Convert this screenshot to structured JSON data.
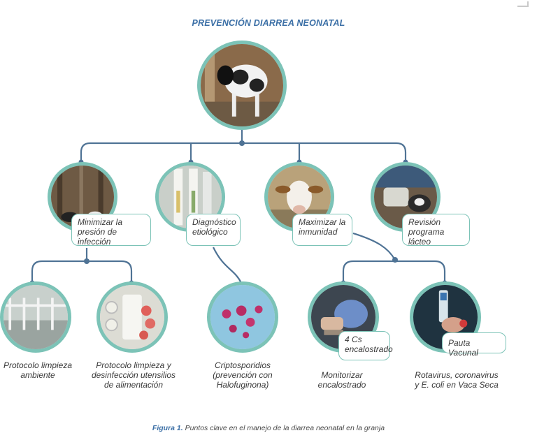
{
  "title": "PREVENCIÓN DIARREA NEONATAL",
  "nodes": {
    "minimizar": "Minimizar la\npresión de infección",
    "diagnostico": "Diagnóstico\netiológico",
    "maximizar": "Maximizar la\ninmunidad",
    "revision": "Revisión\nprograma lácteo",
    "four_cs": "4 Cs\nencalostrado",
    "pauta": "Pauta Vacunal"
  },
  "captions": {
    "protocolo_ambiente": "Protocolo limpieza\nambiente",
    "protocolo_utensilios": "Protocolo limpieza y\ndesinfección utensilios\nde alimentación",
    "cripto": "Criptosporidios\n(prevención con\nHalofuginona)",
    "monitorizar": "Monitorizar\nencalostrado",
    "rotavirus": "Rotavirus, coronavirus\ny E. coli en Vaca Seca"
  },
  "figure_caption": {
    "label": "Figura 1.",
    "text": "Puntos clave en el manejo de la diarrea neonatal en la granja"
  },
  "colors": {
    "connector": "#4f7395",
    "ring": "#7cc3b7",
    "title": "#3b6fa6"
  }
}
